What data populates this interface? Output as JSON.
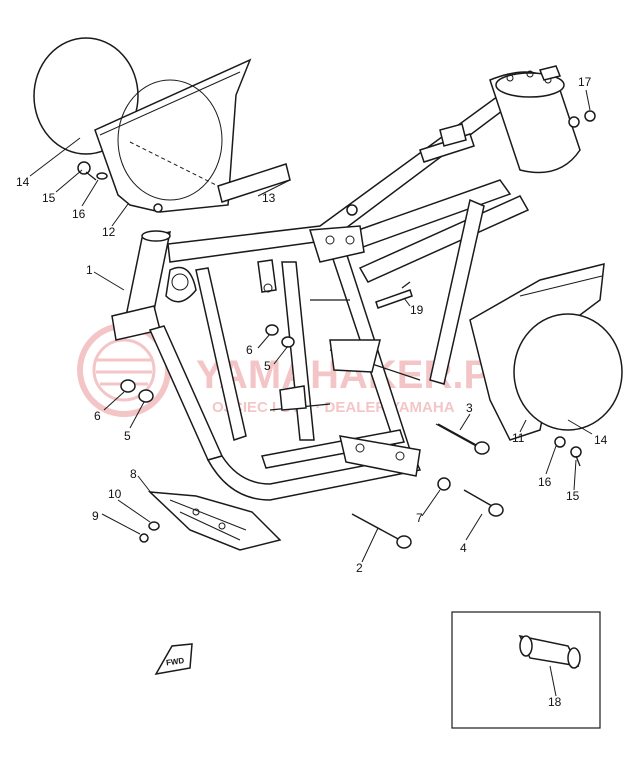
{
  "watermark": {
    "brand": "YAMAHAKER.PL",
    "tagline": "OJCIEC I SYN · DEALER YAMAHA",
    "brand_color": "#d9333b"
  },
  "callouts": {
    "c1": "1",
    "c2": "2",
    "c3": "3",
    "c4": "4",
    "c5a": "5",
    "c5b": "5",
    "c6a": "6",
    "c6b": "6",
    "c7": "7",
    "c8": "8",
    "c9": "9",
    "c10": "10",
    "c11": "11",
    "c12": "12",
    "c13": "13",
    "c14a": "14",
    "c14b": "14",
    "c15a": "15",
    "c15b": "15",
    "c16a": "16",
    "c16b": "16",
    "c17": "17",
    "c18": "18",
    "c19": "19"
  },
  "fwd_tag": "FWD"
}
